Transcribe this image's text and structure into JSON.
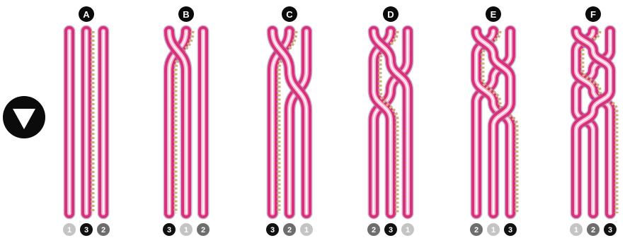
{
  "steps": [
    {
      "label": "A",
      "order": [
        "1",
        "3",
        "2"
      ]
    },
    {
      "label": "B",
      "order": [
        "3",
        "1",
        "2"
      ]
    },
    {
      "label": "C",
      "order": [
        "3",
        "2",
        "1"
      ]
    },
    {
      "label": "D",
      "order": [
        "2",
        "3",
        "1"
      ]
    },
    {
      "label": "E",
      "order": [
        "2",
        "1",
        "3"
      ]
    },
    {
      "label": "F",
      "order": [
        "1",
        "2",
        "3"
      ]
    }
  ],
  "badge_colors": {
    "1": "#c4c4c4",
    "2": "#6d6d6d",
    "3": "#111111"
  },
  "strand_colors": {
    "outer": "#d8307a",
    "inner": "#f7b3cf",
    "highlight": "#ffffff",
    "shadow": "#a07aa8",
    "chain": "#cfae7a"
  },
  "icons": {
    "direction": "down-triangle-icon"
  }
}
